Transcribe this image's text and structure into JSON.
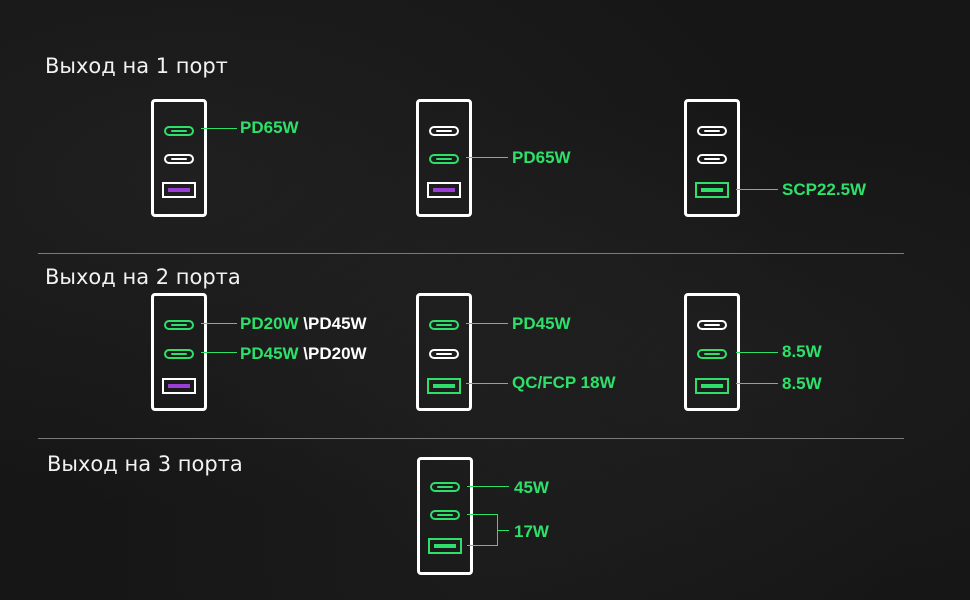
{
  "sections": [
    {
      "title": "Выход на 1 порт"
    },
    {
      "title": "Выход на 2 порта"
    },
    {
      "title": "Выход на 3 порта"
    }
  ],
  "labels": {
    "s1c1": "PD65W",
    "s1c2": "PD65W",
    "s1c3": "SCP22.5W",
    "s2c1_a_g": "PD20W",
    "s2c1_a_w": "PD45W",
    "s2c1_b_g": "PD45W",
    "s2c1_b_w": "PD20W",
    "s2c2_a": "PD45W",
    "s2c2_b": "QC/FCP 18W",
    "s2c3_a": "8.5W",
    "s2c3_b": "8.5W",
    "s3c1_a": "45W",
    "s3c1_b": "17W"
  },
  "colors": {
    "accent_green": "#2ee06a",
    "port_purple": "#9a3fd6",
    "background": "#161616"
  }
}
